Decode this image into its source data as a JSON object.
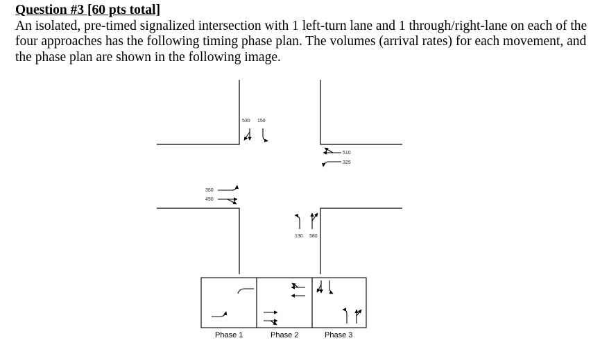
{
  "question": {
    "title": "Question #3 [60 pts total]",
    "body": "An isolated, pre-timed signalized intersection with 1 left-turn lane and 1 through/right-lane on each of the four approaches has the following timing phase plan. The volumes (arrival rates) for each movement, and the phase plan are shown in the following image."
  },
  "figure": {
    "volumes": {
      "north_through_right": "530",
      "north_left": "150",
      "east_through_right": "510",
      "east_left": "325",
      "west_left": "350",
      "west_through_right": "490",
      "south_left": "130",
      "south_through_right": "580"
    },
    "phases": [
      {
        "label": "Phase 1"
      },
      {
        "label": "Phase 2"
      },
      {
        "label": "Phase 3"
      }
    ]
  }
}
